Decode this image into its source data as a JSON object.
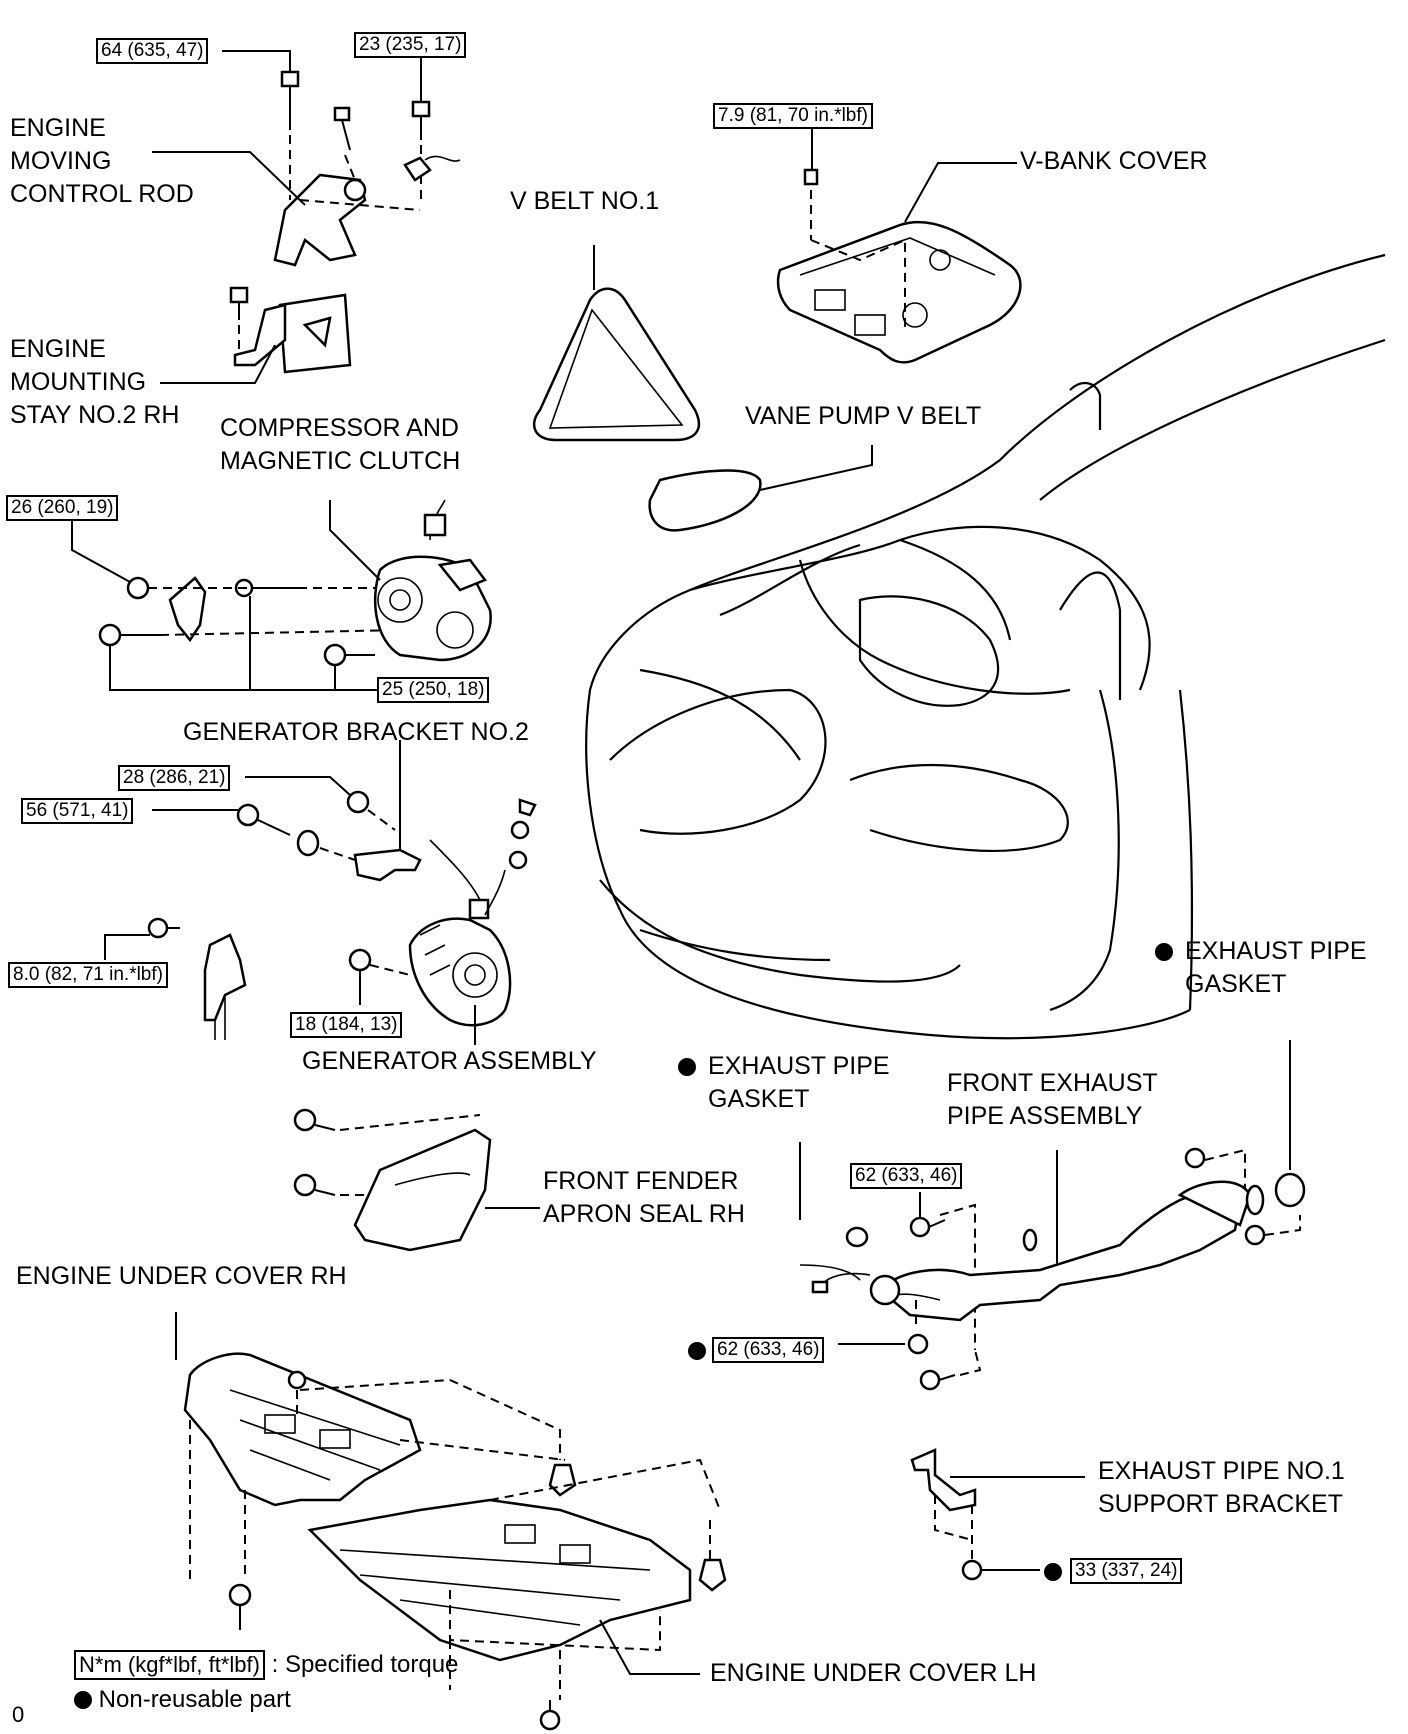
{
  "labels": {
    "engine_moving_control_rod": [
      "ENGINE",
      "MOVING",
      "CONTROL ROD"
    ],
    "engine_mounting_stay": [
      "ENGINE",
      "MOUNTING",
      "STAY NO.2 RH"
    ],
    "v_belt_no1": "V BELT NO.1",
    "v_bank_cover": "V-BANK COVER",
    "vane_pump_v_belt": "VANE PUMP V BELT",
    "compressor": [
      "COMPRESSOR AND",
      "MAGNETIC CLUTCH"
    ],
    "generator_bracket_no2": "GENERATOR BRACKET NO.2",
    "generator_assembly": "GENERATOR ASSEMBLY",
    "exhaust_pipe_gasket_right": [
      "EXHAUST PIPE",
      "GASKET"
    ],
    "exhaust_pipe_gasket_center": [
      "EXHAUST PIPE",
      "GASKET"
    ],
    "front_exhaust_pipe_assembly": [
      "FRONT EXHAUST",
      "PIPE ASSEMBLY"
    ],
    "front_fender_apron_seal": [
      "FRONT FENDER",
      "APRON SEAL RH"
    ],
    "engine_under_cover_rh": "ENGINE UNDER COVER RH",
    "exhaust_pipe_support_bracket": [
      "EXHAUST PIPE NO.1",
      "SUPPORT BRACKET"
    ],
    "engine_under_cover_lh": "ENGINE UNDER COVER LH"
  },
  "torques": {
    "t64": "64 (635, 47)",
    "t23": "23 (235, 17)",
    "t79": "7.9 (81, 70 in.*lbf)",
    "t26": "26 (260, 19)",
    "t25": "25 (250, 18)",
    "t28": "28 (286, 21)",
    "t56": "56 (571, 41)",
    "t80": "8.0 (82, 71 in.*lbf)",
    "t18": "18 (184, 13)",
    "t62a": "62 (633, 46)",
    "t62b": "62 (633, 46)",
    "t33": "33 (337, 24)"
  },
  "legend": {
    "unit_box": "N*m (kgf*lbf, ft*lbf)",
    "unit_text": ": Specified torque",
    "non_reusable": "Non-reusable part"
  },
  "corner_mark": "0"
}
